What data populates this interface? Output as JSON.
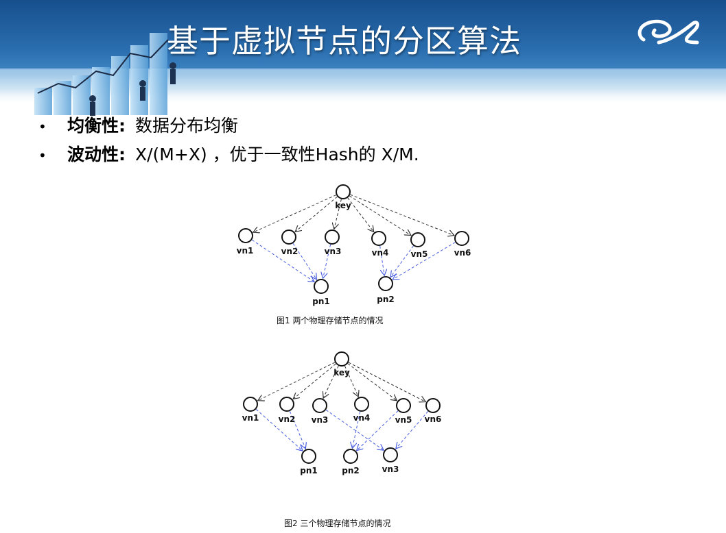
{
  "title": "基于虚拟节点的分区算法",
  "bullets": [
    {
      "label": "均衡性:",
      "text": "数据分布均衡"
    },
    {
      "label": "波动性:",
      "text": "X/(M+X) ，优于一致性Hash的 X/M."
    }
  ],
  "figure1": {
    "root": "key",
    "virtual_nodes": [
      "vn1",
      "vn2",
      "vn3",
      "vn4",
      "vn5",
      "vn6"
    ],
    "physical_nodes": [
      "pn1",
      "pn2"
    ],
    "caption": "图1 两个物理存储节点的情况"
  },
  "figure2": {
    "root": "key",
    "virtual_nodes": [
      "vn1",
      "vn2",
      "vn3",
      "vn4",
      "vn5",
      "vn6"
    ],
    "physical_nodes": [
      "pn1",
      "pn2",
      "vn3"
    ],
    "caption": "图2 三个物理存储节点的情况"
  },
  "colors": {
    "header": "#2a6dae",
    "title_text": "#ffffff",
    "virtual_edge": "#333333",
    "physical_edge": "#4a5fe0"
  }
}
